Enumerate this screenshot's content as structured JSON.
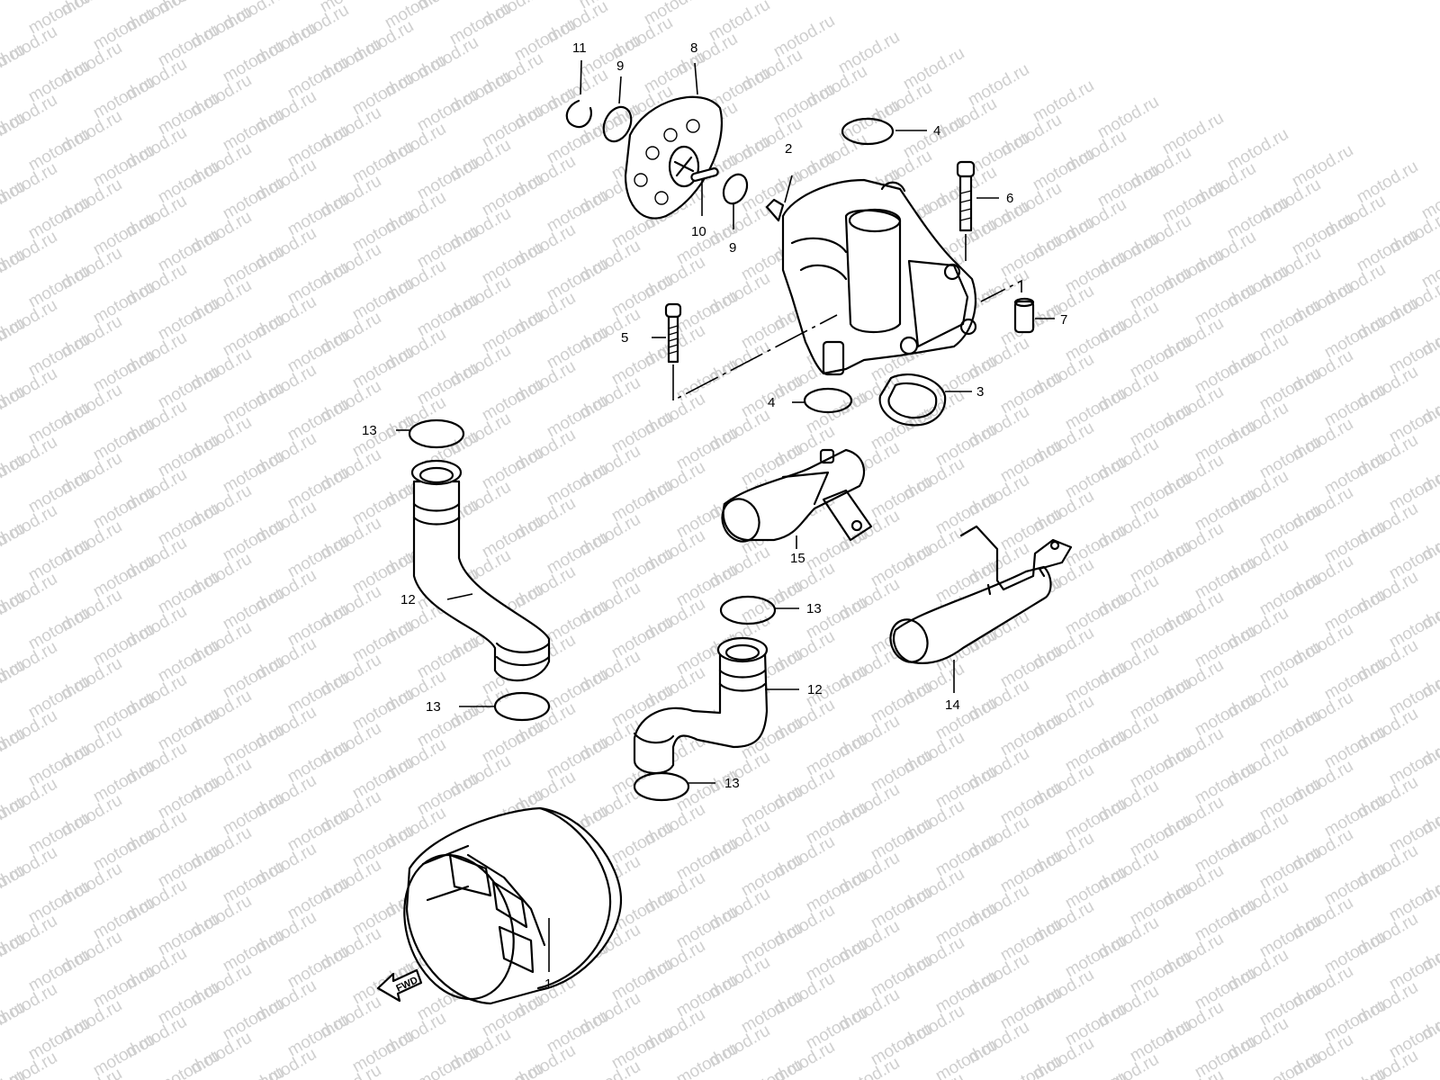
{
  "watermark": "motod.ru",
  "fwd_label": "FWD",
  "callouts": [
    {
      "id": "c1",
      "label": "1"
    },
    {
      "id": "c2",
      "label": "2"
    },
    {
      "id": "c3",
      "label": "3"
    },
    {
      "id": "c4a",
      "label": "4"
    },
    {
      "id": "c4b",
      "label": "4"
    },
    {
      "id": "c5",
      "label": "5"
    },
    {
      "id": "c6",
      "label": "6"
    },
    {
      "id": "c7",
      "label": "7"
    },
    {
      "id": "c8",
      "label": "8"
    },
    {
      "id": "c9a",
      "label": "9"
    },
    {
      "id": "c9b",
      "label": "9"
    },
    {
      "id": "c10",
      "label": "10"
    },
    {
      "id": "c11",
      "label": "11"
    },
    {
      "id": "c12a",
      "label": "12"
    },
    {
      "id": "c12b",
      "label": "12"
    },
    {
      "id": "c13a",
      "label": "13"
    },
    {
      "id": "c13b",
      "label": "13"
    },
    {
      "id": "c13c",
      "label": "13"
    },
    {
      "id": "c13d",
      "label": "13"
    },
    {
      "id": "c14",
      "label": "14"
    },
    {
      "id": "c15",
      "label": "15"
    }
  ]
}
